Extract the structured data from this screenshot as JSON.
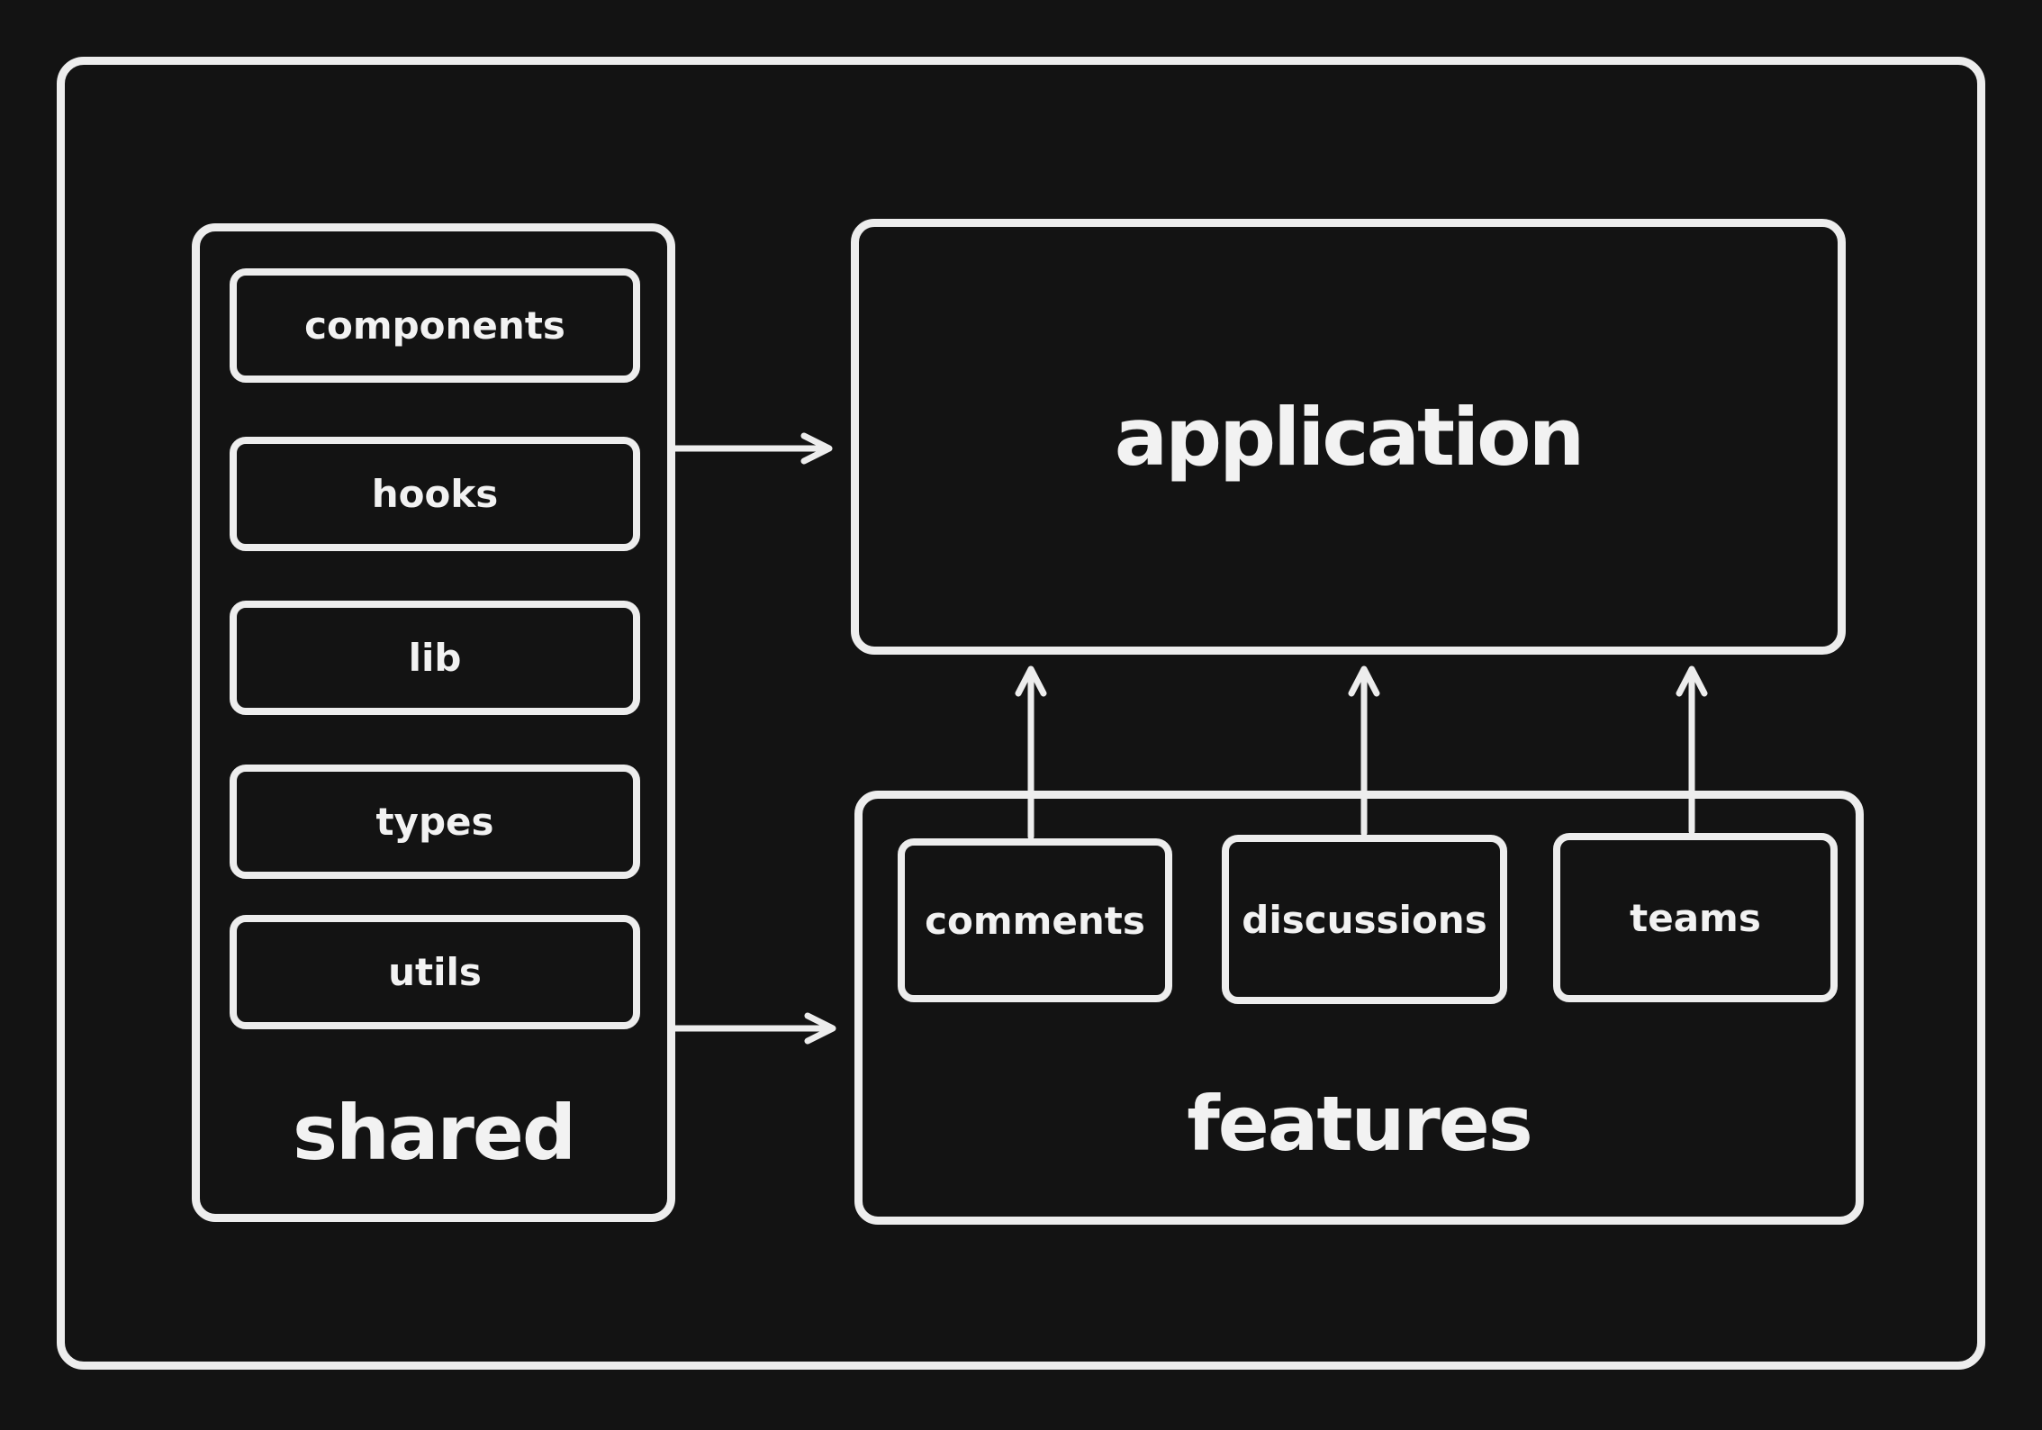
{
  "canvas": {
    "background_color": "#131313",
    "stroke_color": "#ededed",
    "text_color": "#f2f2f2"
  },
  "application": {
    "label": "application"
  },
  "shared": {
    "label": "shared",
    "modules": [
      {
        "label": "components"
      },
      {
        "label": "hooks"
      },
      {
        "label": "lib"
      },
      {
        "label": "types"
      },
      {
        "label": "utils"
      }
    ]
  },
  "features": {
    "label": "features",
    "modules": [
      {
        "label": "comments"
      },
      {
        "label": "discussions"
      },
      {
        "label": "teams"
      }
    ]
  }
}
